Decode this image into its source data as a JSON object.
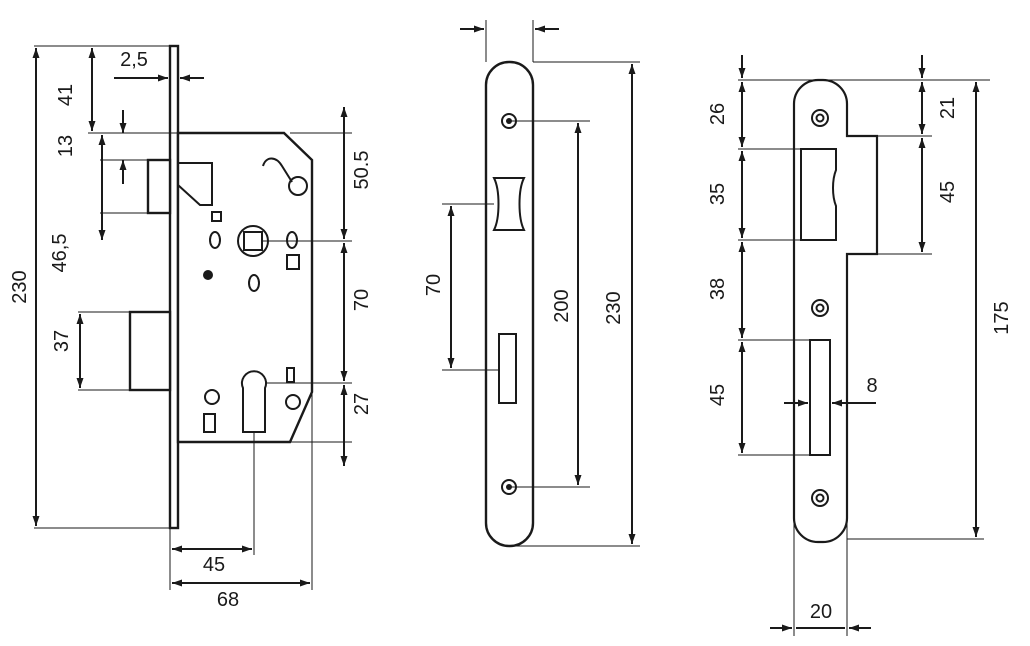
{
  "lock_body": {
    "dim_backset_faceplate": "2,5",
    "dim_top_41": "41",
    "dim_13": "13",
    "dim_total_230": "230",
    "dim_46_5": "46,5",
    "dim_37": "37",
    "dim_50_5": "50.5",
    "dim_70": "70",
    "dim_27": "27",
    "dim_45": "45",
    "dim_68": "68"
  },
  "faceplate": {
    "dim_70": "70",
    "dim_200": "200",
    "dim_230": "230"
  },
  "strike_plate": {
    "dim_26": "26",
    "dim_35": "35",
    "dim_38": "38",
    "dim_45_left": "45",
    "dim_21": "21",
    "dim_45_right": "45",
    "dim_175": "175",
    "dim_8": "8",
    "dim_20": "20"
  }
}
